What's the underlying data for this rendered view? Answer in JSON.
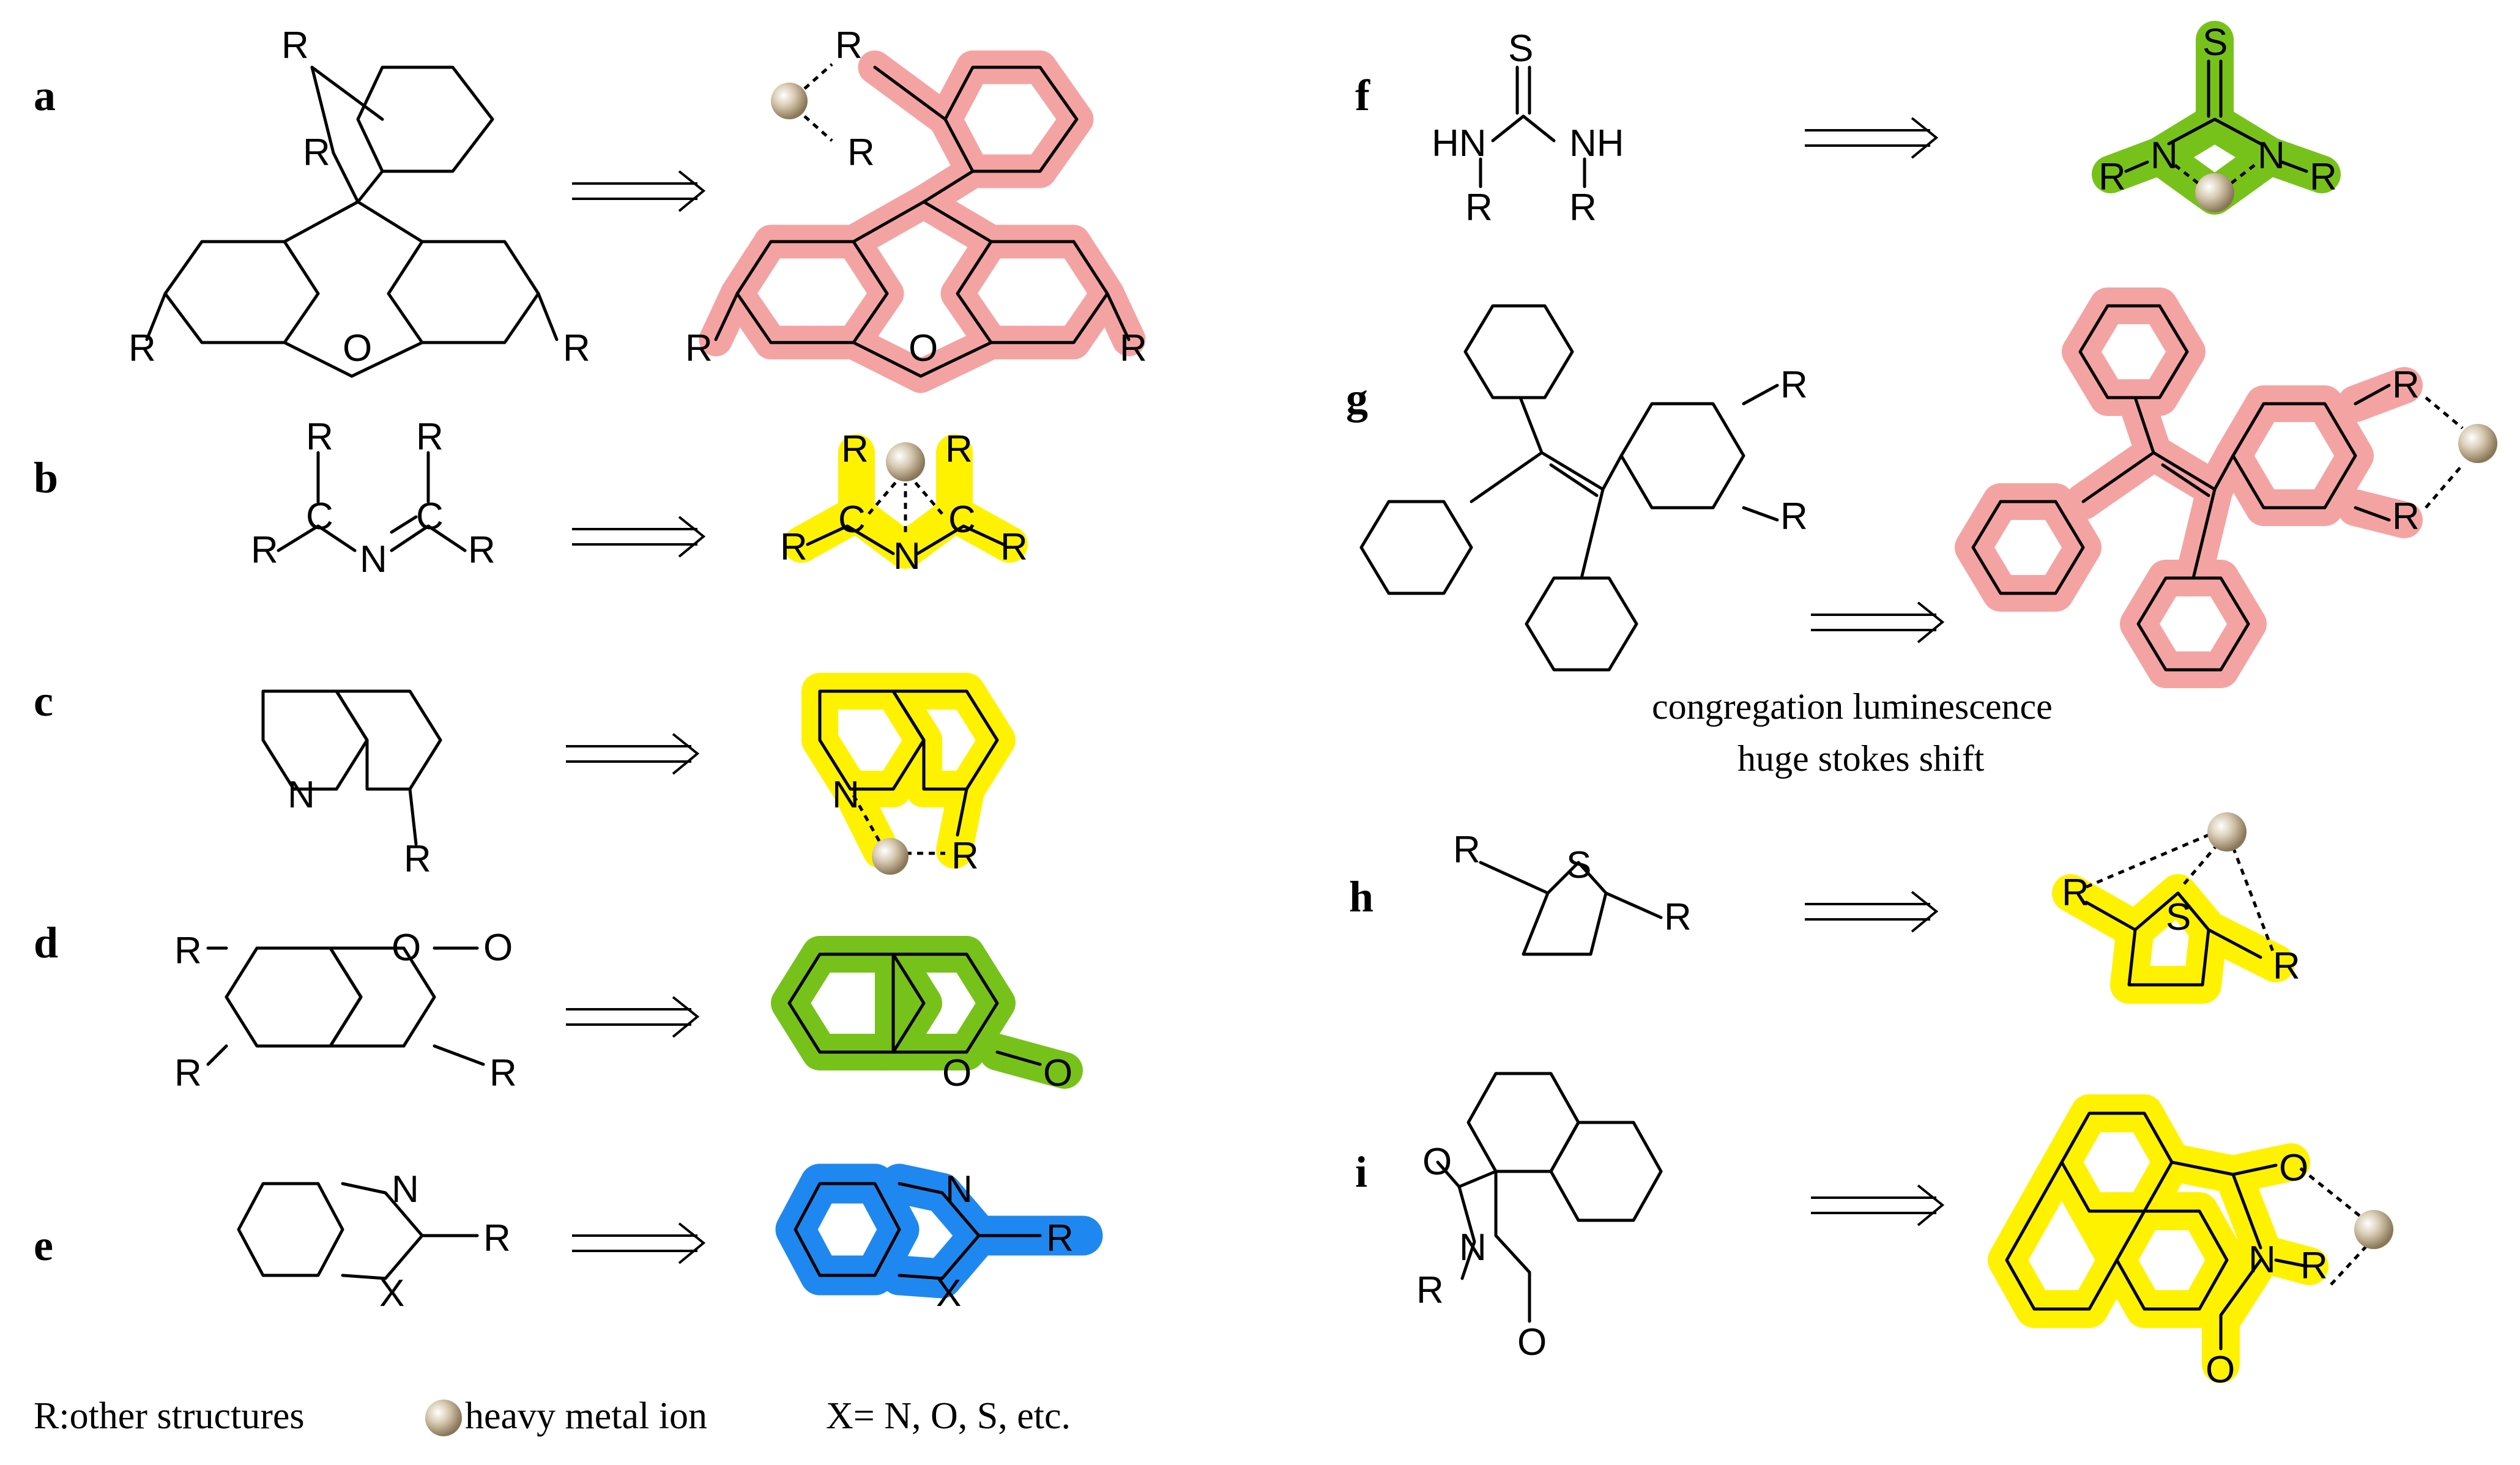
{
  "panels": [
    {
      "label": "a",
      "highlight": "#f4a3a3"
    },
    {
      "label": "b",
      "highlight": "#fff200"
    },
    {
      "label": "c",
      "highlight": "#fff200"
    },
    {
      "label": "d",
      "highlight": "#77c21a"
    },
    {
      "label": "e",
      "highlight": "#1e88f0"
    },
    {
      "label": "f",
      "highlight": "#77c21a"
    },
    {
      "label": "g",
      "highlight": "#f4a3a3"
    },
    {
      "label": "h",
      "highlight": "#fff200"
    },
    {
      "label": "i",
      "highlight": "#fff200"
    }
  ],
  "atoms": {
    "r": "R",
    "n": "N",
    "o": "O",
    "s": "S",
    "x": "X",
    "c": "C",
    "hn": "HN",
    "nh": "NH"
  },
  "notes": {
    "g_line1": "congregation luminescence",
    "g_line2": "huge stokes shift"
  },
  "legend": {
    "r_text": "R:other structures",
    "metal_text": "heavy metal ion",
    "x_text": "X= N, O, S, etc."
  },
  "colors": {
    "metal_ion": "#c9b89a",
    "bond": "#000000"
  }
}
